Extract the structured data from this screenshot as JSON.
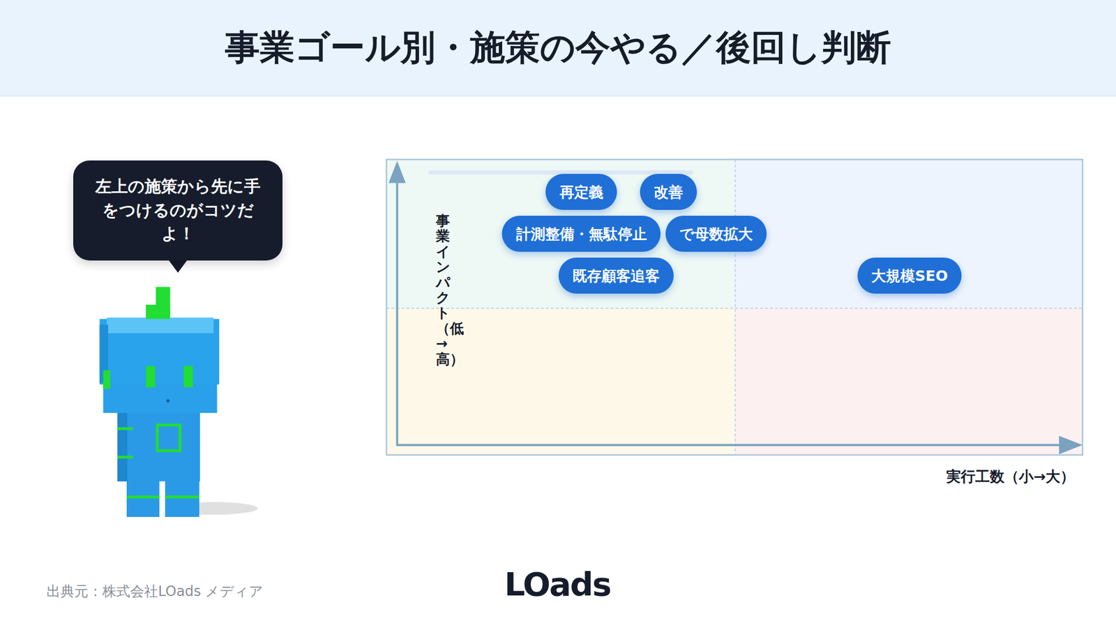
{
  "diagram": {
    "title": "事業ゴール別・施策の今やる／後回し判断",
    "nodes": [
      {
        "text": [
          "左上の施策から先に手をつけるのがコツだよ！"
        ]
      },
      {
        "text": [
          "改善"
        ]
      },
      {
        "text": [
          "再定義"
        ]
      },
      {
        "text": [
          "計測整備・無駄停止"
        ]
      },
      {
        "text": [
          "で母数拡大"
        ]
      },
      {
        "text": [
          "既存顧客追客"
        ]
      },
      {
        "text": [
          "大規模SEO"
        ]
      }
    ],
    "labels": [
      "事業インパクト（低→高）",
      "実行工数（小→大）",
      "出典元：株式会社LOads メディア",
      "LOads"
    ]
  }
}
